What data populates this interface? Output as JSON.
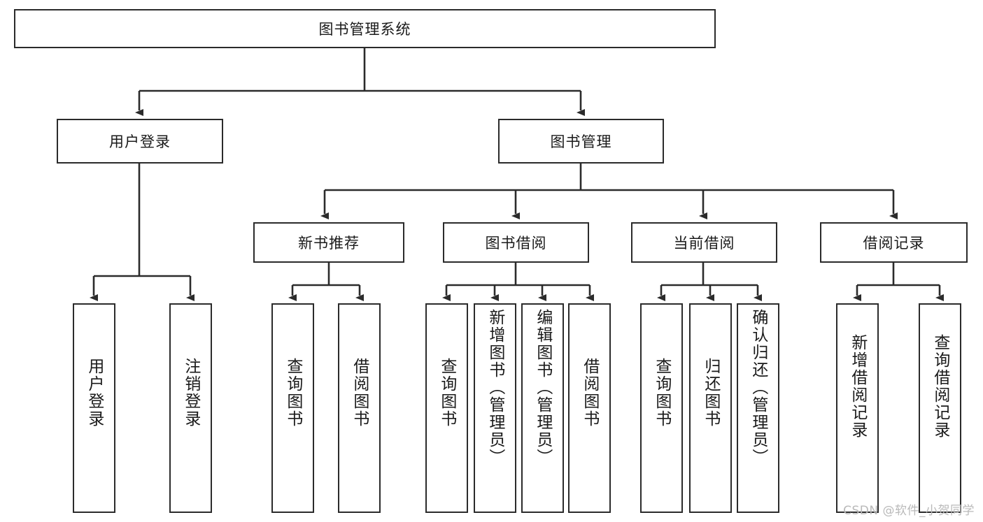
{
  "diagram": {
    "type": "hierarchy-tree",
    "title": "图书管理系统",
    "watermark": "CSDN @软件_小贺同学",
    "colors": {
      "box_border": "#2b2b2b",
      "box_fill": "#ffffff",
      "edge": "#2b2b2b",
      "text": "#1a1a1a",
      "watermark": "#b9b9b9",
      "background": "#ffffff"
    },
    "nodes": {
      "root": {
        "label": "图书管理系统"
      },
      "level2": [
        {
          "id": "user-login",
          "label": "用户登录"
        },
        {
          "id": "book-management",
          "label": "图书管理"
        }
      ],
      "level3": [
        {
          "id": "new-book-recommend",
          "label": "新书推荐"
        },
        {
          "id": "book-borrow",
          "label": "图书借阅"
        },
        {
          "id": "current-borrow",
          "label": "当前借阅"
        },
        {
          "id": "borrow-record",
          "label": "借阅记录"
        }
      ],
      "leaves": [
        {
          "id": "leaf-user-login",
          "label": "用户登录",
          "parent": "user-login"
        },
        {
          "id": "leaf-user-logout",
          "label": "注销登录",
          "parent": "user-login"
        },
        {
          "id": "leaf-query-book-1",
          "label": "查询图书",
          "parent": "new-book-recommend"
        },
        {
          "id": "leaf-borrow-book-1",
          "label": "借阅图书",
          "parent": "new-book-recommend"
        },
        {
          "id": "leaf-query-book-2",
          "label": "查询图书",
          "parent": "book-borrow"
        },
        {
          "id": "leaf-add-book",
          "label": "新增图书（管理员）",
          "parent": "book-borrow"
        },
        {
          "id": "leaf-edit-book",
          "label": "编辑图书（管理员）",
          "parent": "book-borrow"
        },
        {
          "id": "leaf-borrow-book-2",
          "label": "借阅图书",
          "parent": "book-borrow"
        },
        {
          "id": "leaf-query-book-3",
          "label": "查询图书",
          "parent": "current-borrow"
        },
        {
          "id": "leaf-return-book",
          "label": "归还图书",
          "parent": "current-borrow"
        },
        {
          "id": "leaf-confirm-return",
          "label": "确认归还（管理员）",
          "parent": "current-borrow"
        },
        {
          "id": "leaf-add-record",
          "label": "新增借阅记录",
          "parent": "borrow-record"
        },
        {
          "id": "leaf-query-record",
          "label": "查询借阅记录",
          "parent": "borrow-record"
        }
      ]
    }
  }
}
